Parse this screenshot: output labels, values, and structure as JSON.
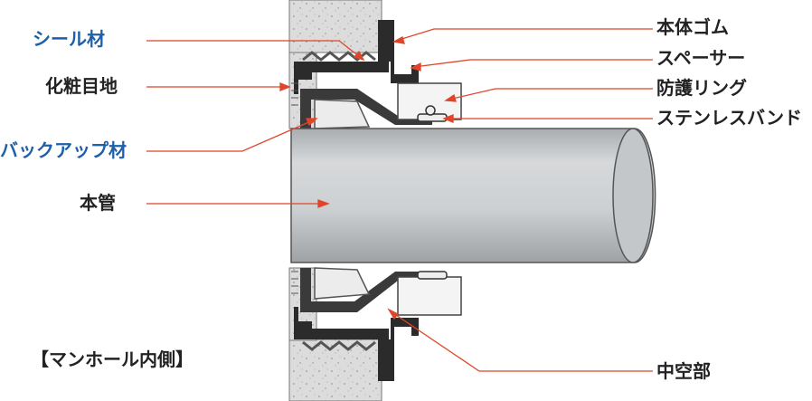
{
  "labels": {
    "seal": "シール材",
    "joint": "化粧目地",
    "backup": "バックアップ材",
    "main_pipe": "本管",
    "rubber_body": "本体ゴム",
    "spacer": "スペーサー",
    "protect_ring": "防護リング",
    "stainless_band": "ステンレスバンド",
    "hollow": "中空部",
    "caption": "【マンホール内側】"
  },
  "colors": {
    "leader": "#e0452a",
    "blue_text": "#1f5fa8",
    "dark_text": "#222222",
    "concrete": "#d8d8d8",
    "rubber": "#2b2b2b",
    "pipe": "#cfd2d4"
  }
}
